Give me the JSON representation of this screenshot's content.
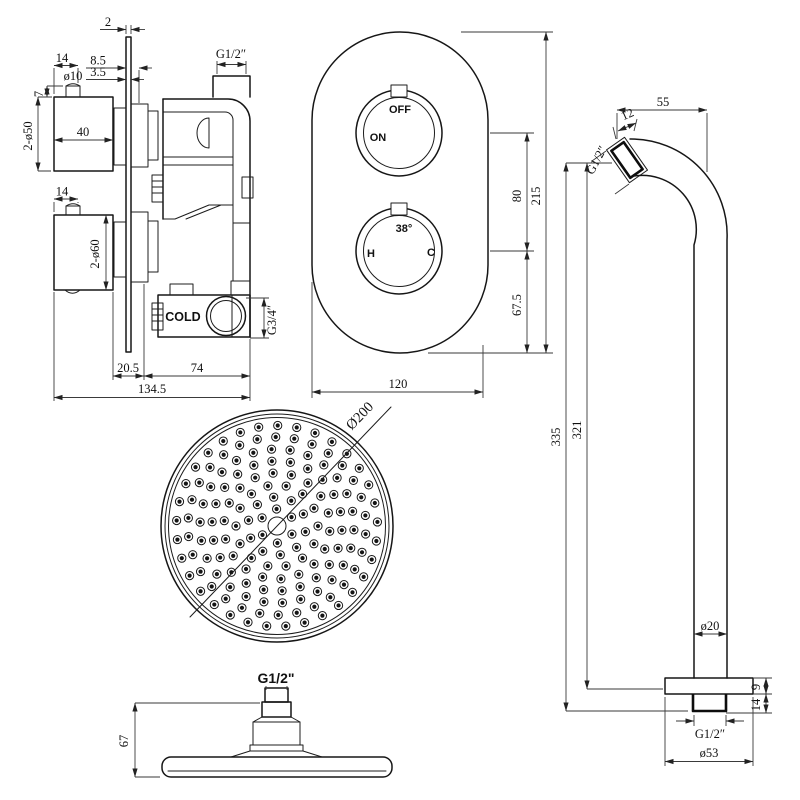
{
  "drawing": {
    "valve_side": {
      "dim_plate_thk": "2",
      "dim_8_5": "8.5",
      "dim_3_5": "3.5",
      "dim_14_top": "14",
      "dim_phi10": "ø10",
      "dim_7": "7",
      "dim_2_phi50": "2-ø50",
      "dim_40": "40",
      "thread_top": "G1/2″",
      "dim_14_bottom": "14",
      "dim_2_phi60": "2-ø60",
      "label_cold": "COLD",
      "thread_cold_outlet": "G3/4″",
      "dim_20_5": "20.5",
      "dim_74": "74",
      "dim_134_5": "134.5"
    },
    "valve_front": {
      "knob_off": "OFF",
      "knob_on": "ON",
      "knob_temp": "38°",
      "knob_hot": "H",
      "knob_cold": "C",
      "dim_80": "80",
      "dim_215": "215",
      "dim_67_5": "67.5",
      "dim_120": "120"
    },
    "arm": {
      "dim_55": "55",
      "dim_12": "12",
      "thread_inlet": "G1/2″",
      "dim_335": "335",
      "dim_321": "321",
      "dim_phi20": "ø20",
      "dim_9": "9",
      "dim_14": "14",
      "thread_outlet": "G1/2″",
      "dim_phi53": "ø53"
    },
    "head_top": {
      "dim_phi200": "Ø200"
    },
    "head_side": {
      "thread": "G1/2\"",
      "dim_67": "67"
    }
  }
}
